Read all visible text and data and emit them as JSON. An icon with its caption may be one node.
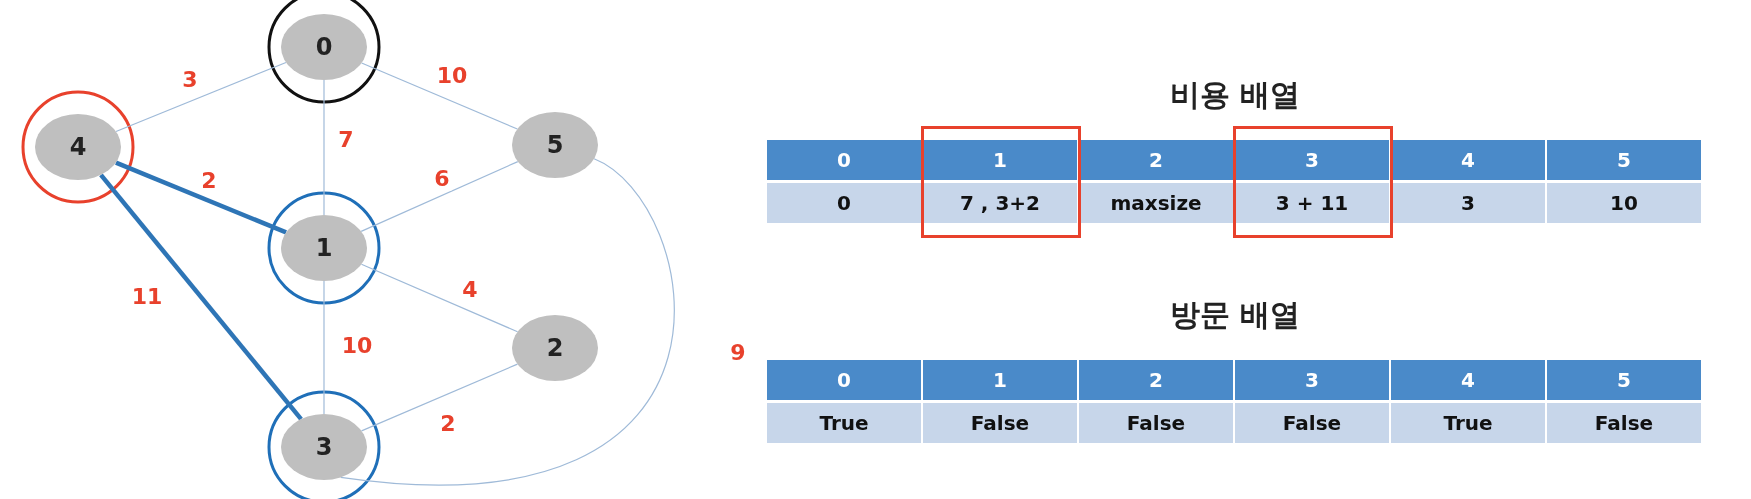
{
  "diagram": {
    "nodes": [
      {
        "text": [
          "0"
        ]
      },
      {
        "text": [
          "4"
        ]
      },
      {
        "text": [
          "5"
        ]
      },
      {
        "text": [
          "1"
        ]
      },
      {
        "text": [
          "2"
        ]
      },
      {
        "text": [
          "3"
        ]
      }
    ],
    "edges": [
      {
        "from": 0,
        "to": 1,
        "arrow": "none",
        "label": "3"
      },
      {
        "from": 0,
        "to": 2,
        "arrow": "none",
        "label": "10"
      },
      {
        "from": 0,
        "to": 3,
        "arrow": "none",
        "label": "7"
      },
      {
        "from": 1,
        "to": 3,
        "arrow": "none",
        "label": "2",
        "style": "thick",
        "color": "#2e75b6"
      },
      {
        "from": 2,
        "to": 3,
        "arrow": "none",
        "label": "6"
      },
      {
        "from": 1,
        "to": 5,
        "arrow": "none",
        "label": "11",
        "style": "thick",
        "color": "#2e75b6"
      },
      {
        "from": 3,
        "to": 4,
        "arrow": "none",
        "label": "4"
      },
      {
        "from": 3,
        "to": 5,
        "arrow": "none",
        "label": "10"
      },
      {
        "from": 4,
        "to": 5,
        "arrow": "none",
        "label": "2"
      },
      {
        "from": 2,
        "to": 5,
        "arrow": "none",
        "label": "9"
      }
    ],
    "labels": [
      "비용 배열",
      "0",
      "1",
      "2",
      "3",
      "4",
      "5",
      "0",
      "7 , 3+2",
      "maxsize",
      "3 + 11",
      "3",
      "10",
      "방문 배열",
      "0",
      "1",
      "2",
      "3",
      "4",
      "5",
      "True",
      "False",
      "False",
      "False",
      "True",
      "False"
    ]
  }
}
